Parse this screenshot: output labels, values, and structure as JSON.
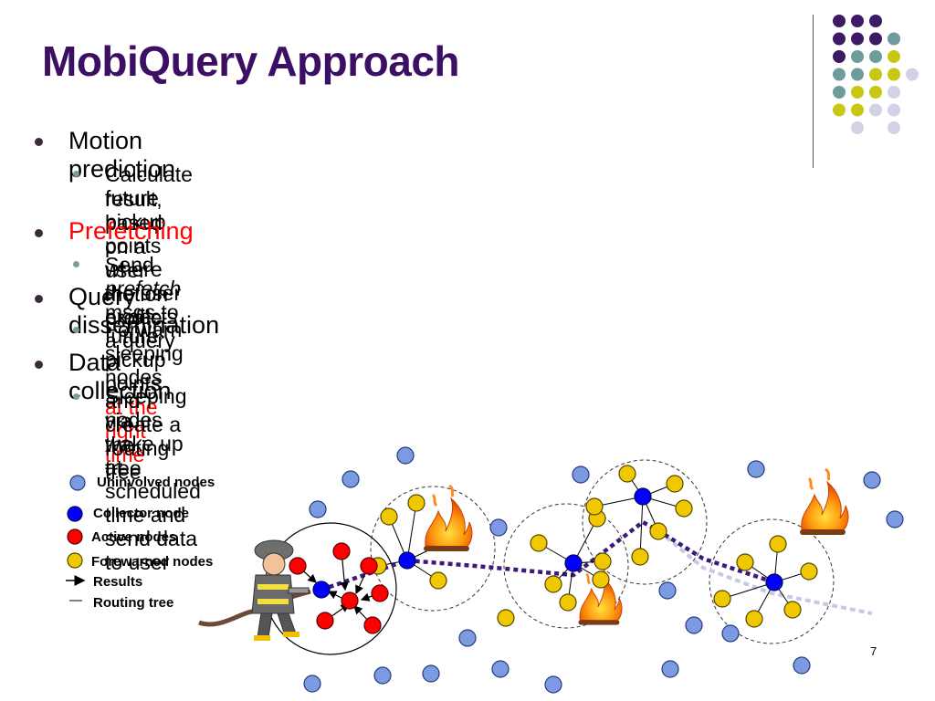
{
  "slide": {
    "title": "MobiQuery Approach",
    "page_number": "7",
    "bullets": [
      {
        "text": "Motion prediction",
        "color": "#000000",
        "sub": [
          {
            "line1": "Calculate future pickup points where the user expects a query",
            "line2": "result, based on a user motion profile"
          }
        ]
      },
      {
        "text": "Prefetching",
        "color": "#ff0000",
        "sub": [
          {
            "prefix": "Send ",
            "italic": "prefetch",
            "middle": " msgs to future pickup points ",
            "highlight": "at the right time"
          }
        ]
      },
      {
        "text": "Query dissemination",
        "color": "#000000",
        "sub": [
          {
            "line1": "Forwarn sleeping nodes and create a routing tree"
          }
        ]
      },
      {
        "text": "Data collection",
        "color": "#000000",
        "sub": [
          {
            "line1": "Sleeping nodes wake up at scheduled time and send data to user",
            "line2": "via the tree"
          }
        ]
      }
    ],
    "legend": {
      "uninvolved": "Uninvolved nodes",
      "collector": "Collector node",
      "active": "Active nodes",
      "forewarned": "Forewarned nodes",
      "results": "Results",
      "routing": "Routing tree"
    },
    "colors": {
      "title": "#3c0f64",
      "uninvolved": "#7b9ae0",
      "collector": "#0000ff",
      "active": "#ff0000",
      "forewarned": "#f0c800",
      "path": "#3c1a78",
      "future_path": "#c8c8e6",
      "deco_purple": "#3c1a64",
      "deco_teal": "#6e9c9c",
      "deco_yellow": "#c8c814",
      "deco_lavender": "#d2d2e6"
    }
  }
}
